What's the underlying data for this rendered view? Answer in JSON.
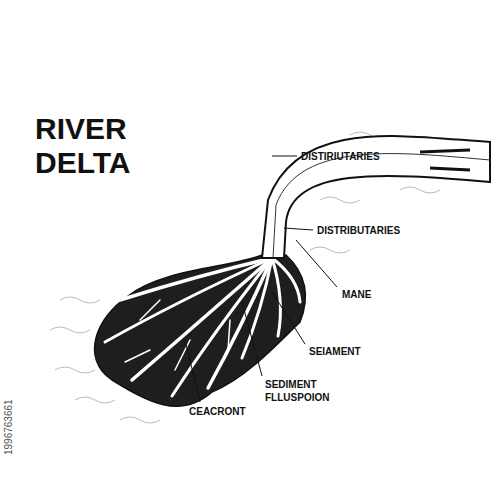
{
  "diagram": {
    "title": "RIVER DELTA",
    "labels": [
      "DISTIRIUTARIES",
      "DISTRIBUTARIES",
      "MANE",
      "SEIAMENT",
      "SEDIMENT FLLUSPOION",
      "CEACRONT",
      "1996763661"
    ]
  }
}
